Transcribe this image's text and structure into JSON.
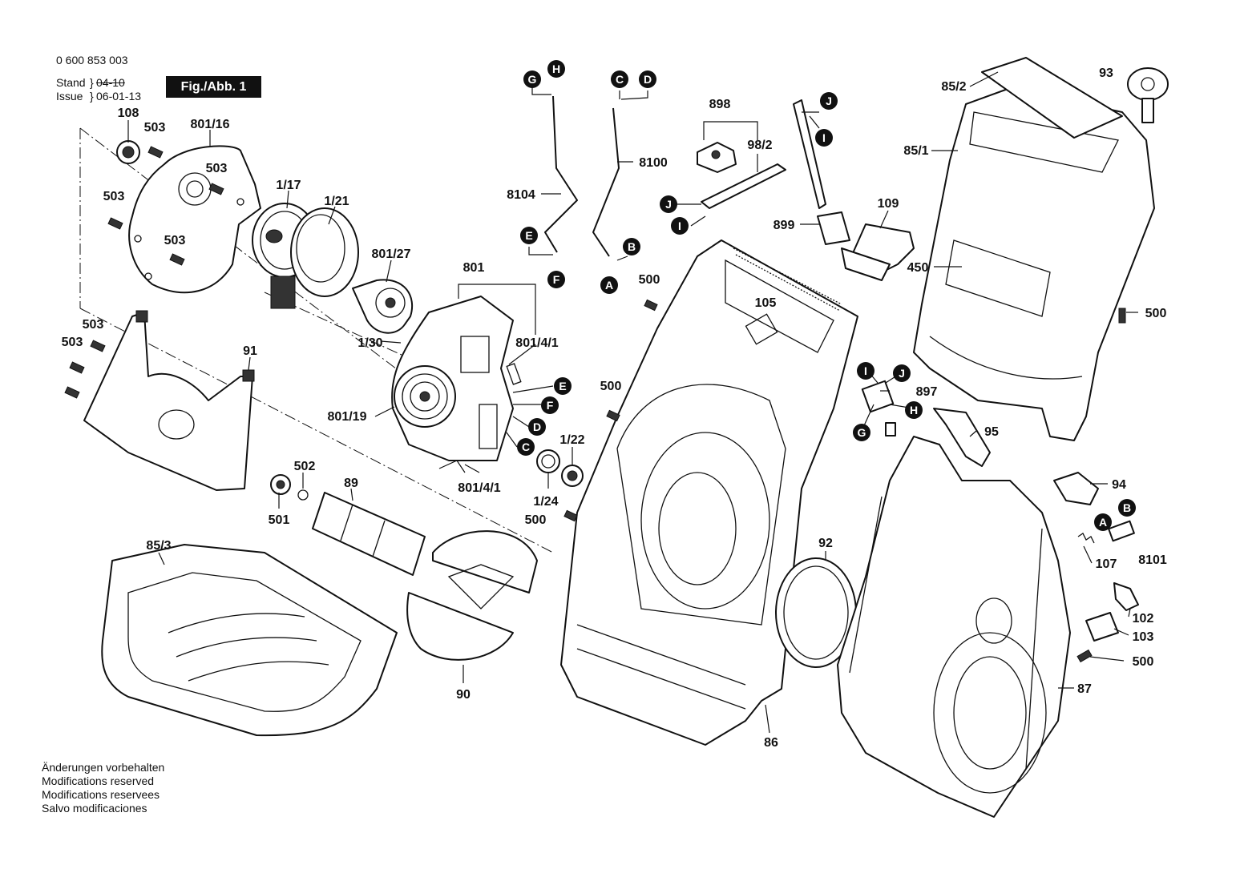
{
  "header": {
    "document_number": "0 600 853 003",
    "stand_label": "Stand",
    "stand_value": "04-10",
    "issue_label": "Issue",
    "issue_value": "06-01-13",
    "figure_label": "Fig./Abb. 1"
  },
  "footer": {
    "lines": [
      "Änderungen vorbehalten",
      "Modifications reserved",
      "Modifications reservees",
      "Salvo modificaciones"
    ]
  },
  "parts": {
    "p108": "108",
    "p503a": "503",
    "p801_16": "801/16",
    "p503b": "503",
    "p503c": "503",
    "p503d": "503",
    "p1_17": "1/17",
    "p1_21": "1/21",
    "p801_27": "801/27",
    "p801": "801",
    "p503e": "503",
    "p503f": "503",
    "p91": "91",
    "p1_30": "1/30",
    "p801_4_1a": "801/4/1",
    "p801_19": "801/19",
    "p801_4_1b": "801/4/1",
    "p1_22": "1/22",
    "p1_24": "1/24",
    "p502": "502",
    "p501": "501",
    "p89": "89",
    "p500a": "500",
    "p500b": "500",
    "p500c": "500",
    "p85_3": "85/3",
    "p90": "90",
    "p8104": "8104",
    "p8100": "8100",
    "p105": "105",
    "p898": "898",
    "p98_2": "98/2",
    "p899": "899",
    "p109": "109",
    "p85_2": "85/2",
    "p93": "93",
    "p85_1": "85/1",
    "p450": "450",
    "p500d": "500",
    "p897": "897",
    "p95": "95",
    "p94": "94",
    "p8101": "8101",
    "p107": "107",
    "p102": "102",
    "p103": "103",
    "p500e": "500",
    "p92": "92",
    "p87": "87",
    "p86": "86"
  },
  "connectors": {
    "G1": "G",
    "H1": "H",
    "C1": "C",
    "D1": "D",
    "E1": "E",
    "F1": "F",
    "B1": "B",
    "A1": "A",
    "J1": "J",
    "I1": "I",
    "J2": "J",
    "I2": "I",
    "E2": "E",
    "F2": "F",
    "D2": "D",
    "C2": "C",
    "I3": "I",
    "J3": "J",
    "H2": "H",
    "G2": "G",
    "A2": "A",
    "B2": "B"
  }
}
